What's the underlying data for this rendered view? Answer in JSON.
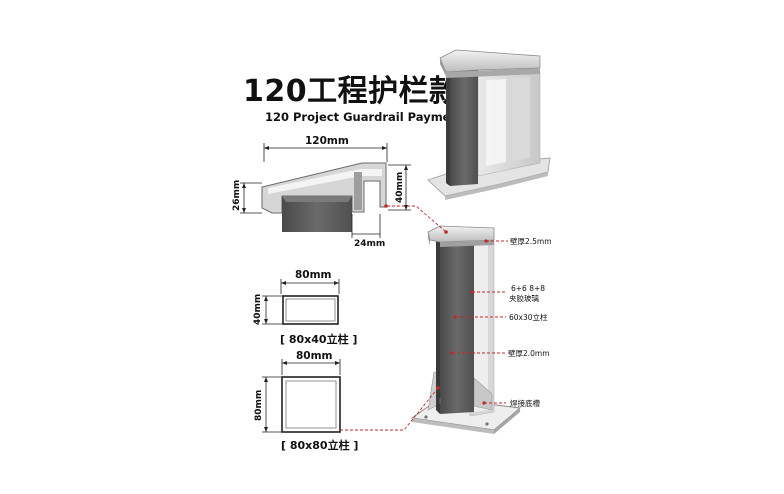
{
  "title": "120工程护栏款",
  "subtitle": "120 Project Guardrail Payment",
  "profile": {
    "width": "120mm",
    "height": "26mm",
    "side_height": "40mm",
    "slot": "24mm"
  },
  "column_80x40": {
    "width": "80mm",
    "height": "40mm",
    "caption": "[ 80x40立柱 ]"
  },
  "column_80x80": {
    "width": "80mm",
    "height": "80mm",
    "caption": "[ 80x80立柱 ]"
  },
  "callouts": [
    {
      "line1": "壁厚2.5mm",
      "line2": ""
    },
    {
      "line1": "6+6 8+8",
      "line2": "夹胶玻璃"
    },
    {
      "line1": "60x30立柱",
      "line2": ""
    },
    {
      "line1": "壁厚2.0mm",
      "line2": ""
    },
    {
      "line1": "焊接底槽",
      "line2": ""
    }
  ],
  "colors": {
    "leader": "#c0282a",
    "steel_dark": "#5a5a5a",
    "steel_mid": "#8a8a8a",
    "steel_light": "#d9d9d9"
  }
}
